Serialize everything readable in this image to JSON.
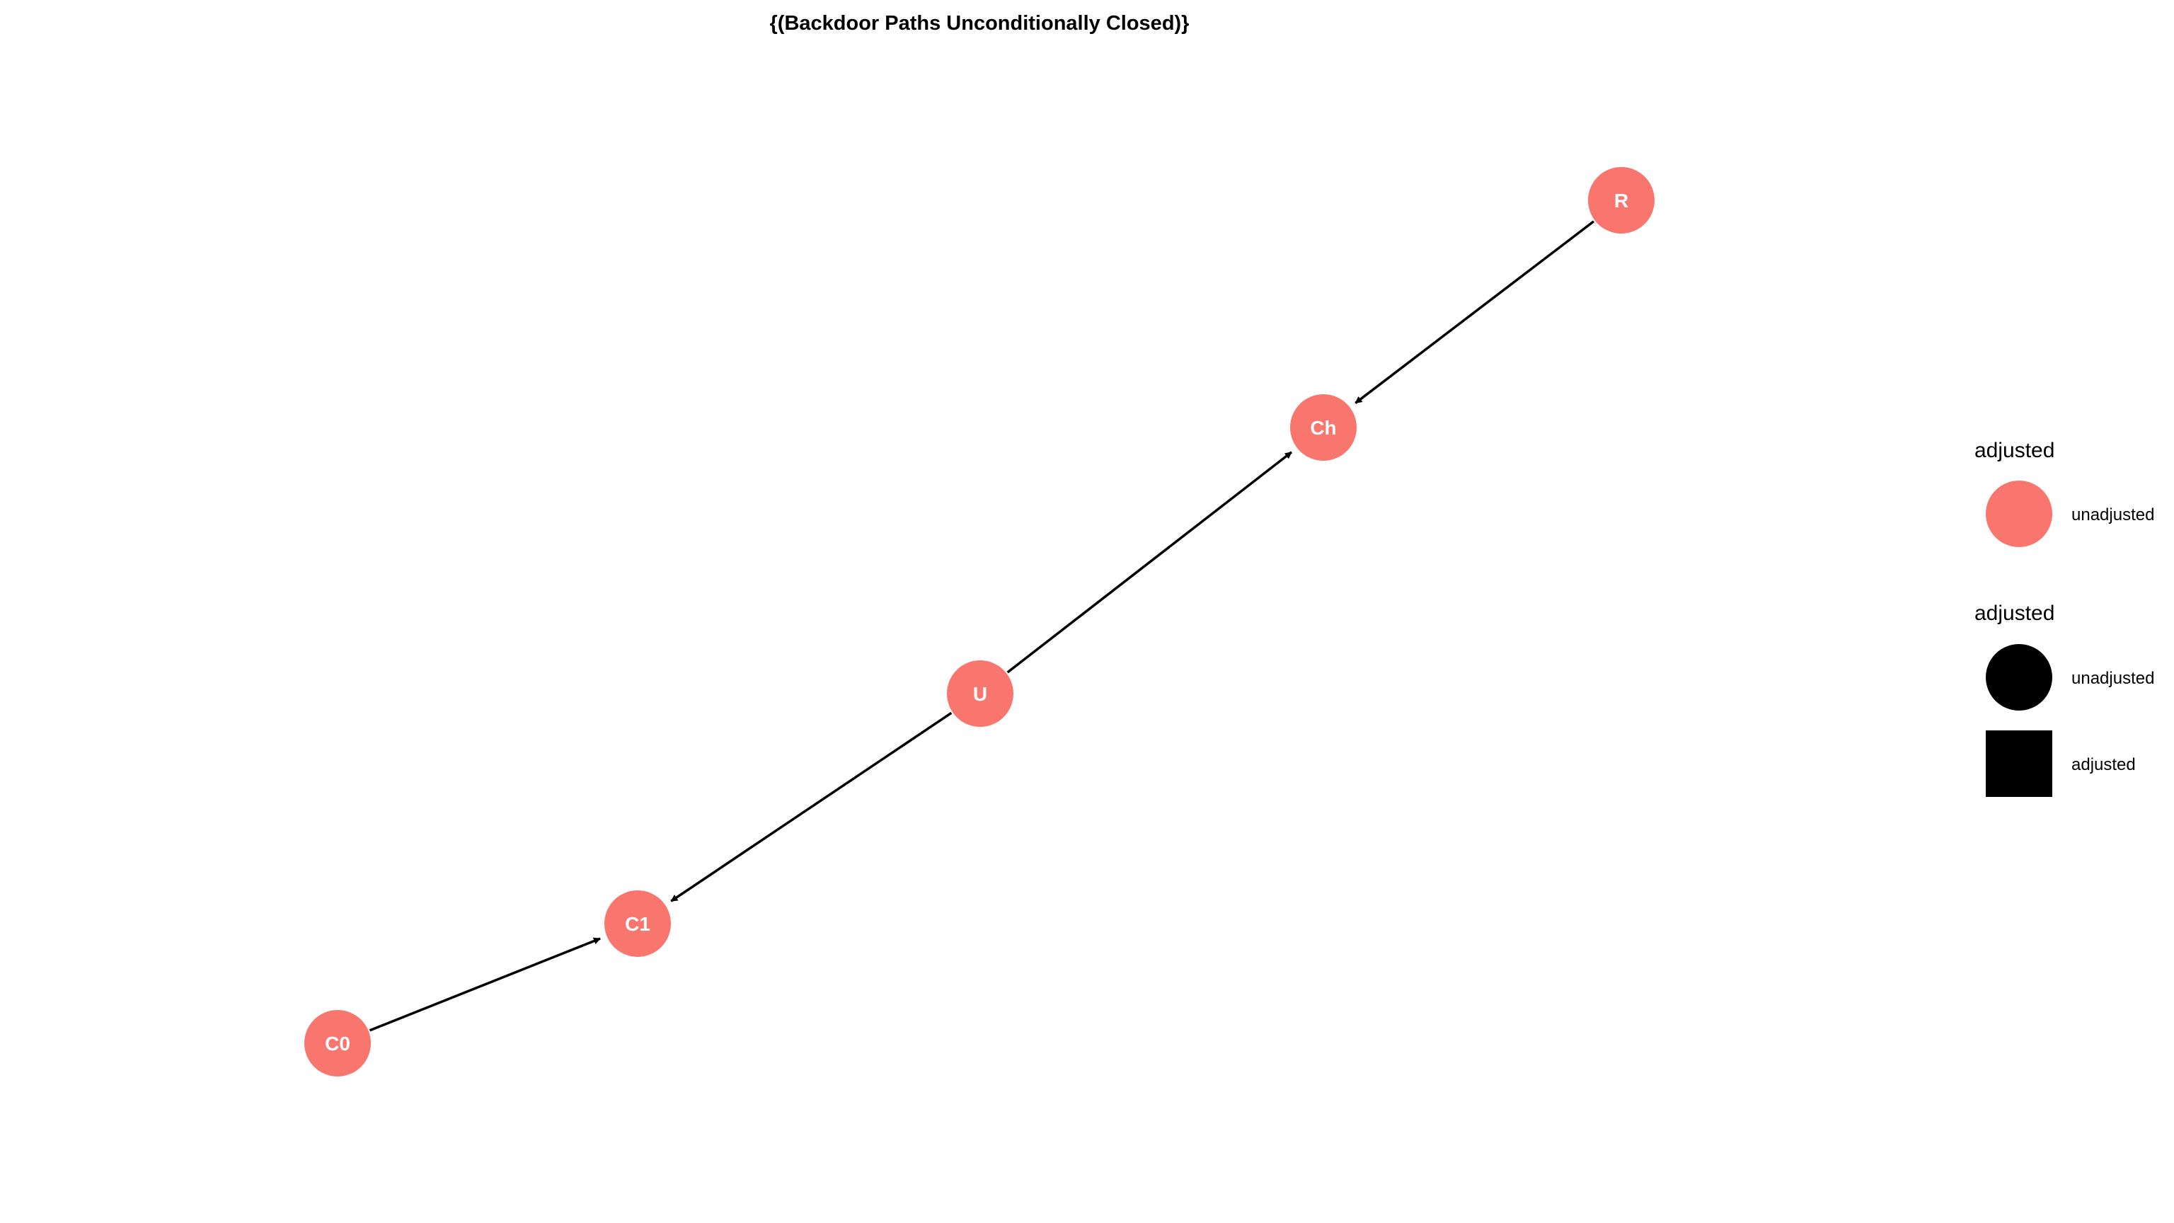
{
  "title": "{(Backdoor Paths Unconditionally Closed)}",
  "colors": {
    "unadjusted_fill": "#F8766D",
    "shape_legend_fill": "#000000",
    "edge": "#000000",
    "node_label": "#ffffff"
  },
  "nodes": [
    {
      "id": "R",
      "label": "R",
      "adjusted": "unadjusted"
    },
    {
      "id": "Ch",
      "label": "Ch",
      "adjusted": "unadjusted"
    },
    {
      "id": "U",
      "label": "U",
      "adjusted": "unadjusted"
    },
    {
      "id": "C1",
      "label": "C1",
      "adjusted": "unadjusted"
    },
    {
      "id": "C0",
      "label": "C0",
      "adjusted": "unadjusted"
    }
  ],
  "edges": [
    {
      "from": "R",
      "to": "Ch"
    },
    {
      "from": "U",
      "to": "Ch"
    },
    {
      "from": "U",
      "to": "C1"
    },
    {
      "from": "C0",
      "to": "C1"
    }
  ],
  "legend_color": {
    "title": "adjusted",
    "items": [
      {
        "label": "unadjusted",
        "color": "#F8766D",
        "shape": "circle"
      }
    ]
  },
  "legend_shape": {
    "title": "adjusted",
    "items": [
      {
        "label": "unadjusted",
        "shape": "circle"
      },
      {
        "label": "adjusted",
        "shape": "square"
      }
    ]
  }
}
